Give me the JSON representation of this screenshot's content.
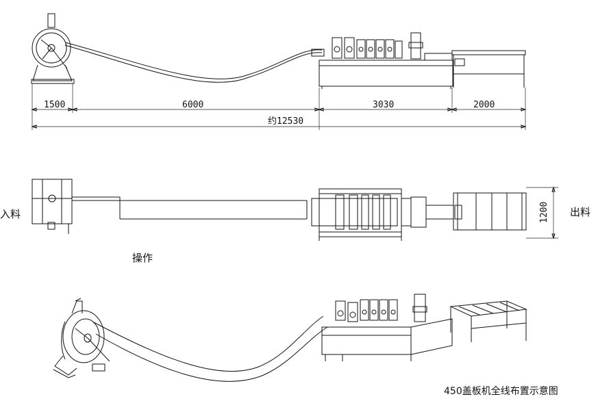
{
  "dimensions": {
    "seg1": "1500",
    "seg2": "6000",
    "seg3": "3030",
    "seg4": "2000",
    "total": "约12530",
    "width": "1200"
  },
  "labels": {
    "infeed": "入料",
    "outfeed": "出料",
    "operation": "操作"
  },
  "caption": "450盖板机全线布置示意图"
}
